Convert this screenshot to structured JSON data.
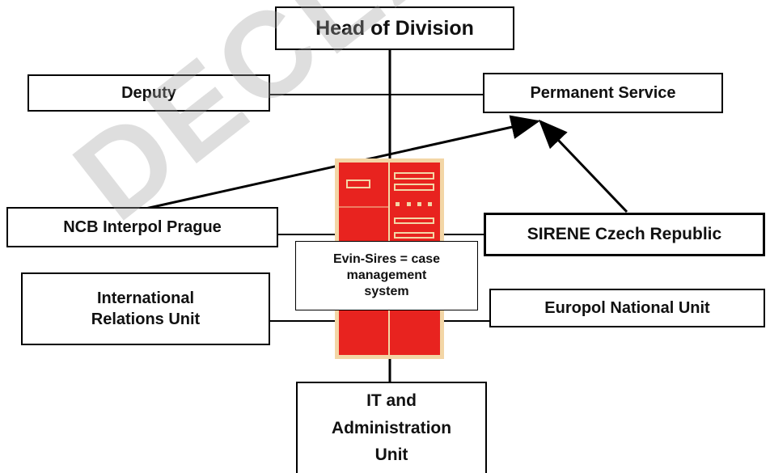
{
  "watermark": "DECLA",
  "nodes": {
    "head": "Head of Division",
    "deputy": "Deputy",
    "permanent": "Permanent Service",
    "ncb": "NCB Interpol Prague",
    "sirene": "SIRENE Czech Republic",
    "intl": "International\nRelations Unit",
    "europol": "Europol National Unit",
    "system": "Evin-Sires = case\nmanagement\nsystem",
    "it": "IT and\nAdministration\nUnit"
  },
  "colors": {
    "server_red": "#e8231f",
    "server_panel": "#f3d6a6",
    "line": "#000000"
  },
  "icons": {
    "server": "server-rack-icon"
  }
}
